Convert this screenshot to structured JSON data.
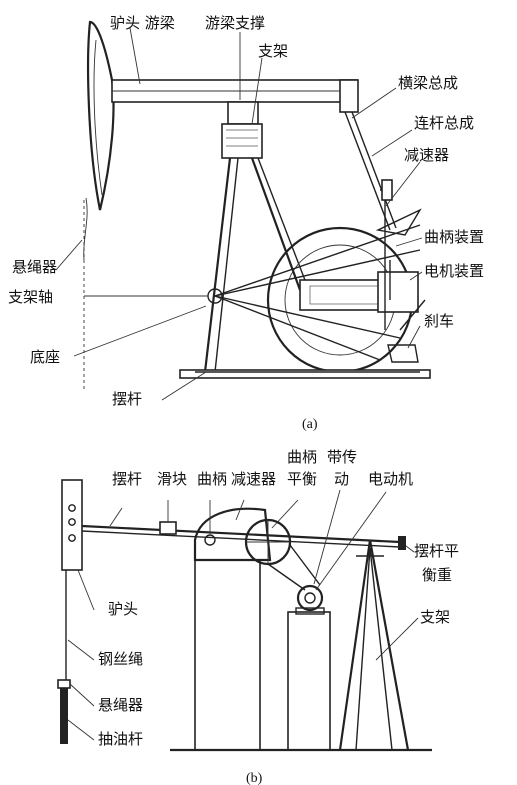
{
  "diagram_a": {
    "caption": "(a)",
    "labels": {
      "horsehead_beam": "驴头 游梁",
      "beam_support": "游梁支撑",
      "bracket": "支架",
      "crossbeam": "横梁总成",
      "connecting_rod": "连杆总成",
      "reducer": "减速器",
      "crank": "曲柄装置",
      "motor": "电机装置",
      "brake": "刹车",
      "hanger": "悬绳器",
      "bracket_shaft": "支架轴",
      "base": "底座",
      "swing_rod": "摆杆"
    }
  },
  "diagram_b": {
    "caption": "(b)",
    "labels": {
      "swing_rod": "摆杆",
      "slider": "滑块",
      "crank": "曲柄",
      "reducer": "减速器",
      "crank_balance_1": "曲柄",
      "crank_balance_2": "平衡",
      "belt_1": "带传",
      "belt_2": "动",
      "motor": "电动机",
      "swing_counterweight_1": "摆杆平",
      "swing_counterweight_2": "衡重",
      "horsehead": "驴头",
      "bracket": "支架",
      "wire_rope": "钢丝绳",
      "hanger": "悬绳器",
      "sucker_rod": "抽油杆"
    }
  }
}
